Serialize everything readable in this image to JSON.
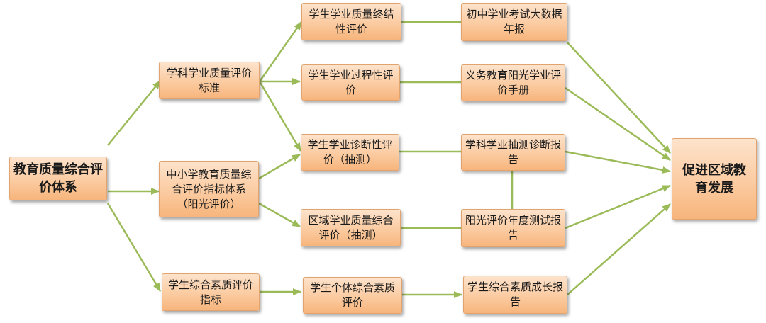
{
  "diagram": {
    "nodes": {
      "root": "教育质量综合评价体系",
      "standard": "学科学业质量评价标准",
      "index_system": "中小学教育质量综合评价指标体系（阳光评价）",
      "literacy_index": "学生综合素质评价指标",
      "summative": "学生学业质量终结性评价",
      "process": "学生学业过程性评价",
      "diagnostic": "学生学业诊断性评价（抽测）",
      "regional": "区域学业质量综合评价（抽测）",
      "individual": "学生个体综合素质评价",
      "big_data": "初中学业考试大数据年报",
      "handbook": "义务教育阳光学业评价手册",
      "diag_report": "学科学业抽测诊断报告",
      "annual_report": "阳光评价年度测试报告",
      "growth_report": "学生综合素质成长报告",
      "goal": "促进区域教育发展"
    },
    "colors": {
      "connector": "#9bbb59",
      "box_border": "#e2a46f",
      "box_fill_top": "#fde3cc",
      "box_fill_bottom": "#f7b57c"
    }
  }
}
